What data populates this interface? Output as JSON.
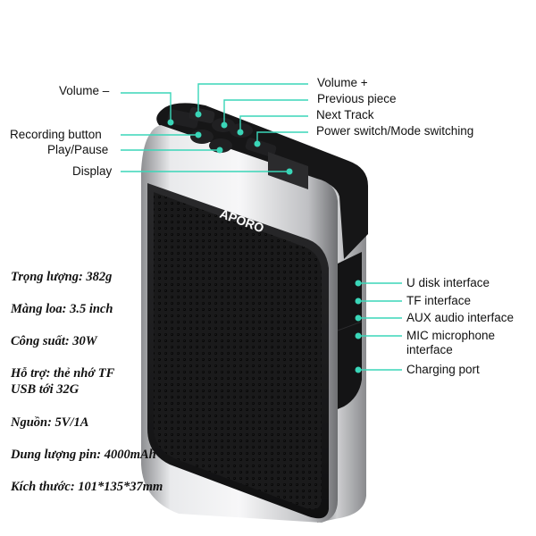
{
  "callouts": {
    "top_left": [
      {
        "id": "volume-minus",
        "label": "Volume –"
      },
      {
        "id": "recording-button",
        "label": "Recording button"
      },
      {
        "id": "play-pause",
        "label": "Play/Pause"
      },
      {
        "id": "display",
        "label": "Display"
      }
    ],
    "top_right": [
      {
        "id": "volume-plus",
        "label": "Volume +"
      },
      {
        "id": "previous-piece",
        "label": "Previous piece"
      },
      {
        "id": "next-track",
        "label": "Next Track"
      },
      {
        "id": "power-mode",
        "label": "Power switch/Mode switching"
      }
    ],
    "side_right": [
      {
        "id": "u-disk",
        "label": "U disk interface"
      },
      {
        "id": "tf",
        "label": "TF interface"
      },
      {
        "id": "aux",
        "label": "AUX audio interface"
      },
      {
        "id": "mic",
        "label": "MIC microphone",
        "label2": "interface"
      },
      {
        "id": "charging",
        "label": "Charging port"
      }
    ]
  },
  "specs": [
    {
      "label": "Trọng lượng: 382g"
    },
    {
      "label": "Màng loa: 3.5 inch"
    },
    {
      "label": "Công suất: 30W"
    },
    {
      "label": "Hỗ trợ: thẻ nhớ TF",
      "label2": "USB tới 32G"
    },
    {
      "label": "Nguồn: 5V/1A"
    },
    {
      "label": "Dung lượng pin: 4000mAh"
    },
    {
      "label": "Kích thước: 101*135*37mm"
    }
  ],
  "product": {
    "brand": "APORO"
  },
  "colors": {
    "leader_line": "#3ad6b8",
    "device_body": "#1c1c1e",
    "silver_frame": "#c9cacc"
  }
}
